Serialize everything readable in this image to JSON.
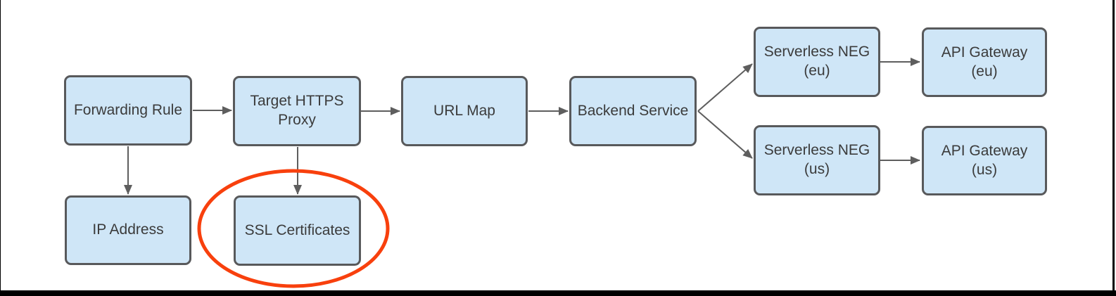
{
  "colors": {
    "node_fill": "#cfe6f7",
    "node_border": "#58595b",
    "arrow": "#5e5e5e",
    "text": "#3b3b3b",
    "highlight": "#f8400d",
    "frame": "#000000"
  },
  "nodes": {
    "forwarding_rule": {
      "label": "Forwarding Rule",
      "lines": [
        "Forwarding Rule"
      ]
    },
    "target_https_proxy": {
      "label": "Target HTTPS Proxy",
      "lines": [
        "Target HTTPS",
        "Proxy"
      ]
    },
    "url_map": {
      "label": "URL Map",
      "lines": [
        "URL Map"
      ]
    },
    "backend_service": {
      "label": "Backend Service",
      "lines": [
        "Backend Service"
      ]
    },
    "serverless_neg_eu": {
      "label": "Serverless NEG (eu)",
      "lines": [
        "Serverless NEG",
        "(eu)"
      ]
    },
    "api_gateway_eu": {
      "label": "API Gateway (eu)",
      "lines": [
        "API Gateway",
        "(eu)"
      ]
    },
    "serverless_neg_us": {
      "label": "Serverless NEG (us)",
      "lines": [
        "Serverless NEG",
        "(us)"
      ]
    },
    "api_gateway_us": {
      "label": "API Gateway (us)",
      "lines": [
        "API Gateway",
        "(us)"
      ]
    },
    "ip_address": {
      "label": "IP Address",
      "lines": [
        "IP Address"
      ]
    },
    "ssl_certificates": {
      "label": "SSL Certificates",
      "lines": [
        "SSL Certificates"
      ]
    }
  },
  "edges": [
    {
      "from": "forwarding_rule",
      "to": "target_https_proxy"
    },
    {
      "from": "forwarding_rule",
      "to": "ip_address"
    },
    {
      "from": "target_https_proxy",
      "to": "url_map"
    },
    {
      "from": "target_https_proxy",
      "to": "ssl_certificates"
    },
    {
      "from": "url_map",
      "to": "backend_service"
    },
    {
      "from": "backend_service",
      "to": "serverless_neg_eu"
    },
    {
      "from": "backend_service",
      "to": "serverless_neg_us"
    },
    {
      "from": "serverless_neg_eu",
      "to": "api_gateway_eu"
    },
    {
      "from": "serverless_neg_us",
      "to": "api_gateway_us"
    }
  ],
  "annotations": [
    {
      "type": "ellipse",
      "around": "ssl_certificates",
      "color": "#f8400d"
    }
  ]
}
